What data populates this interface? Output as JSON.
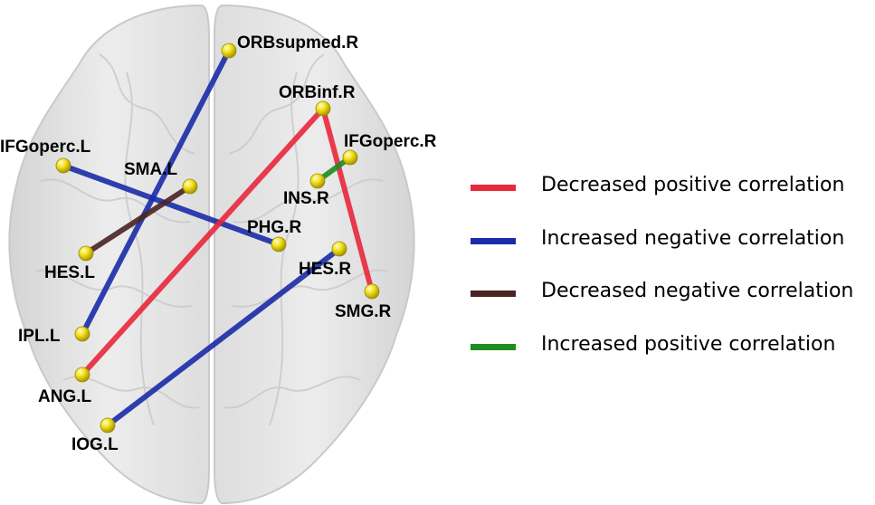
{
  "colors": {
    "decreased_positive": "#e8283c",
    "increased_negative": "#1a2ca8",
    "decreased_negative": "#4a2424",
    "increased_positive": "#1e8c1e",
    "node": "#f2e21a"
  },
  "nodes": [
    {
      "id": "ORBsupmed.R",
      "label": "ORBsupmed.R"
    },
    {
      "id": "ORBinf.R",
      "label": "ORBinf.R"
    },
    {
      "id": "IFGoperc.L",
      "label": "IFGoperc.L"
    },
    {
      "id": "SMA.L",
      "label": "SMA.L"
    },
    {
      "id": "IFGoperc.R",
      "label": "IFGoperc.R"
    },
    {
      "id": "INS.R",
      "label": "INS.R"
    },
    {
      "id": "PHG.R",
      "label": "PHG.R"
    },
    {
      "id": "HES.L",
      "label": "HES.L"
    },
    {
      "id": "HES.R",
      "label": "HES.R"
    },
    {
      "id": "SMG.R",
      "label": "SMG.R"
    },
    {
      "id": "IPL.L",
      "label": "IPL.L"
    },
    {
      "id": "ANG.L",
      "label": "ANG.L"
    },
    {
      "id": "IOG.L",
      "label": "IOG.L"
    }
  ],
  "edges": [
    {
      "from": "ORBsupmed.R",
      "to": "IPL.L",
      "type": "increased_negative"
    },
    {
      "from": "IFGoperc.L",
      "to": "PHG.R",
      "type": "increased_negative"
    },
    {
      "from": "HES.R",
      "to": "IOG.L",
      "type": "increased_negative"
    },
    {
      "from": "SMA.L",
      "to": "HES.L",
      "type": "decreased_negative"
    },
    {
      "from": "ORBinf.R",
      "to": "ANG.L",
      "type": "decreased_positive"
    },
    {
      "from": "ORBinf.R",
      "to": "SMG.R",
      "type": "decreased_positive"
    },
    {
      "from": "IFGoperc.R",
      "to": "INS.R",
      "type": "increased_positive"
    }
  ],
  "legend": [
    {
      "type": "decreased_positive",
      "label": "Decreased positive correlation"
    },
    {
      "type": "increased_negative",
      "label": "Increased negative correlation"
    },
    {
      "type": "decreased_negative",
      "label": "Decreased negative correlation"
    },
    {
      "type": "increased_positive",
      "label": "Increased positive correlation"
    }
  ]
}
